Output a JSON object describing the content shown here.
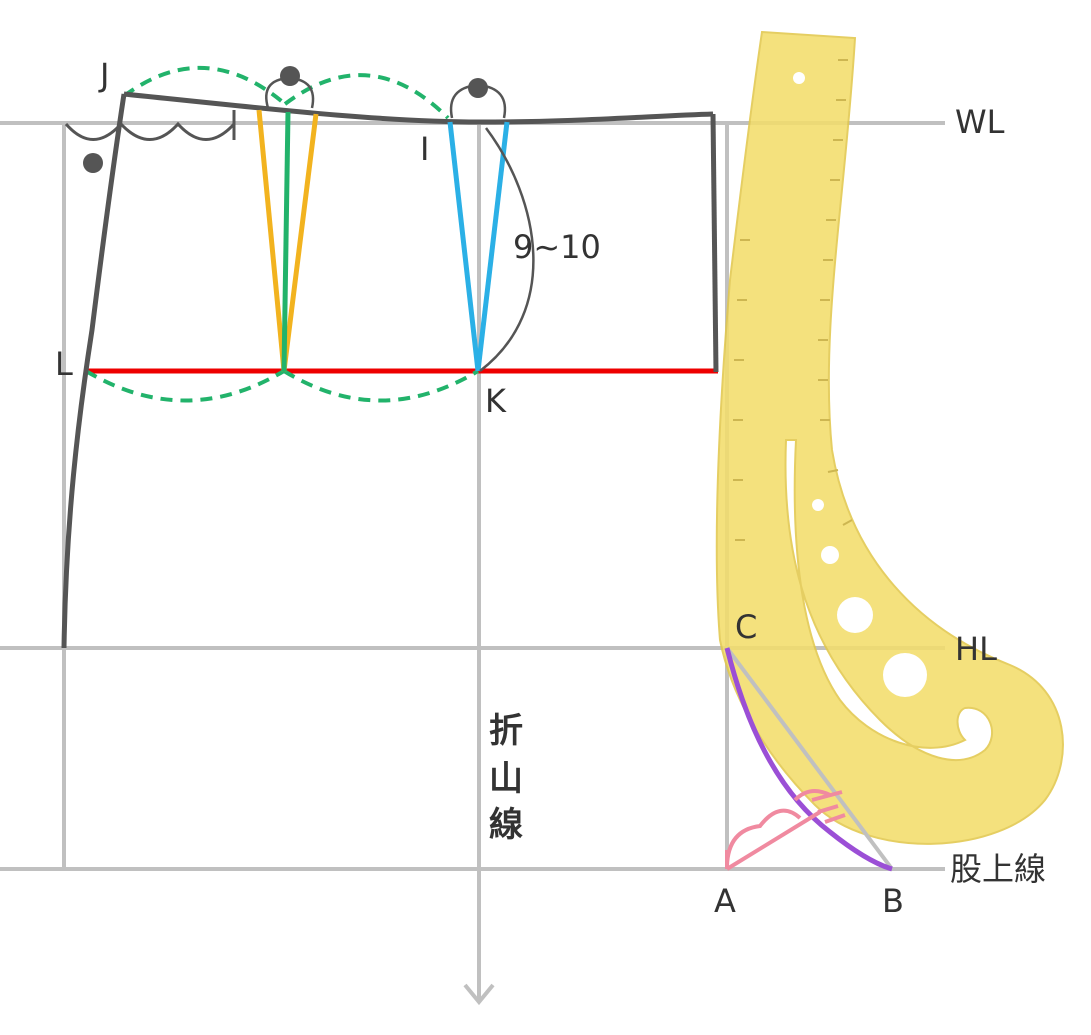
{
  "diagram": {
    "guide_labels": {
      "waist_line": "WL",
      "hip_line": "HL",
      "crotch_line": "股上線",
      "fold_line": [
        "折",
        "山",
        "線"
      ]
    },
    "points": {
      "J": "J",
      "I": "I",
      "L": "L",
      "K": "K",
      "C": "C",
      "A": "A",
      "B": "B"
    },
    "dart_measure": "9~10",
    "colors": {
      "pattern": "#555555",
      "grid": "#c0c0c0",
      "hip_reference": "#ee0000",
      "front_dart": "#2bb0e6",
      "back_dart_outer": "#f2b31f",
      "back_dart_center": "#22b36b",
      "crotch_curve": "#9b4fd6",
      "angle_mark": "#f08aa0",
      "ruler": "#f3dd6c"
    },
    "icons": [
      "french-curve-ruler-icon"
    ]
  }
}
